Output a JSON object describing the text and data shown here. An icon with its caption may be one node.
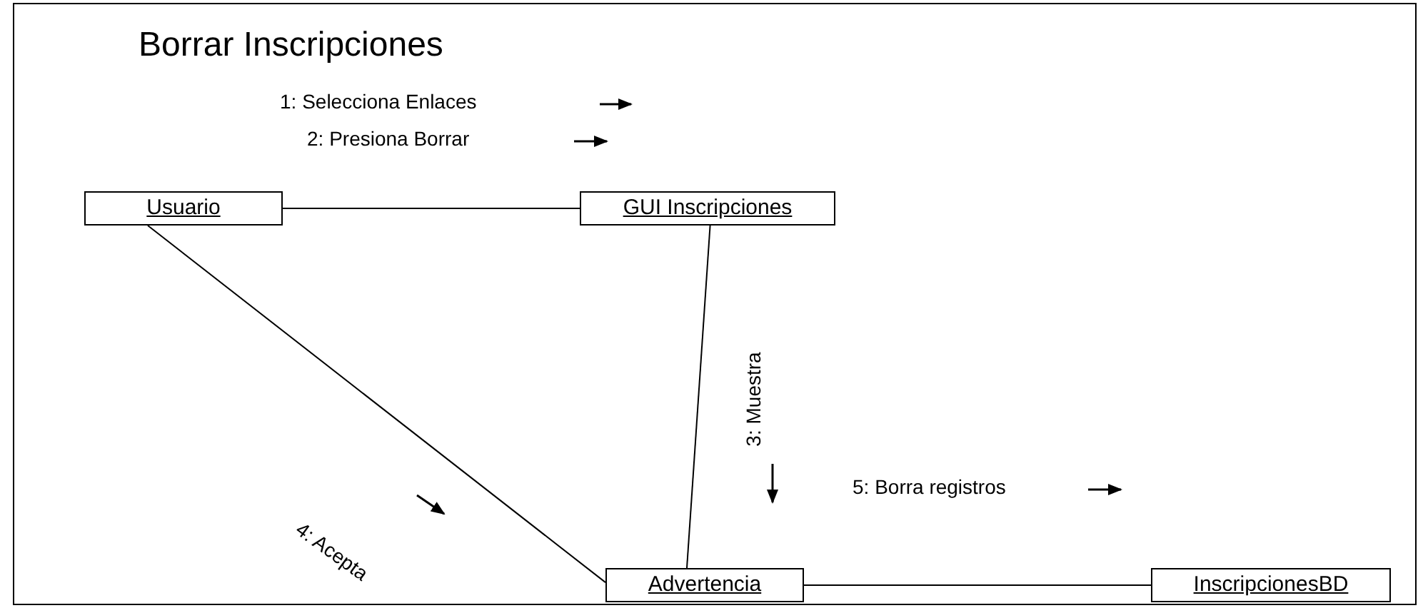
{
  "diagram": {
    "title": "Borrar Inscripciones",
    "nodes": [
      {
        "text": [
          "Usuario"
        ]
      },
      {
        "text": [
          "GUI Inscripciones"
        ]
      },
      {
        "text": [
          "Advertencia"
        ]
      },
      {
        "text": [
          "InscripcionesBD"
        ]
      }
    ],
    "edges": [
      {
        "from": 0,
        "to": 1,
        "arrow": "none"
      },
      {
        "from": 0,
        "to": 2,
        "arrow": "none"
      },
      {
        "from": 1,
        "to": 2,
        "arrow": "none"
      },
      {
        "from": 2,
        "to": 3,
        "arrow": "none"
      }
    ],
    "labels": [
      "1: Selecciona Enlaces",
      "2: Presiona Borrar",
      "3: Muestra",
      "4: Acepta",
      "5: Borra registros"
    ]
  }
}
